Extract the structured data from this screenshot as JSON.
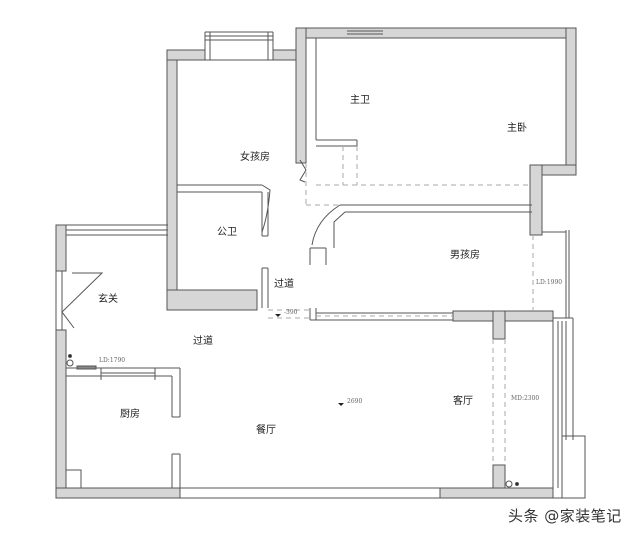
{
  "floor_plan": {
    "rooms": [
      {
        "id": "master_bath",
        "label": "主卫"
      },
      {
        "id": "master_bedroom",
        "label": "主卧"
      },
      {
        "id": "girls_room",
        "label": "女孩房"
      },
      {
        "id": "public_bath",
        "label": "公卫"
      },
      {
        "id": "corridor_upper",
        "label": "过道"
      },
      {
        "id": "boys_room",
        "label": "男孩房"
      },
      {
        "id": "entrance",
        "label": "玄关"
      },
      {
        "id": "corridor_lower",
        "label": "过道"
      },
      {
        "id": "kitchen",
        "label": "厨房"
      },
      {
        "id": "dining_room",
        "label": "餐厅"
      },
      {
        "id": "living_room",
        "label": "客厅"
      }
    ],
    "dimensions": {
      "corridor_level": "-390",
      "dining_level": "2690",
      "boys_window": "LD:1990",
      "kitchen_window": "LD:1790",
      "living_door": "MD:2300"
    },
    "colors": {
      "wall_fill": "#d6d6d6",
      "wall_stroke": "#555555",
      "dashed": "#aaaaaa",
      "text": "#222222"
    }
  },
  "watermark": "头条 @家装笔记"
}
